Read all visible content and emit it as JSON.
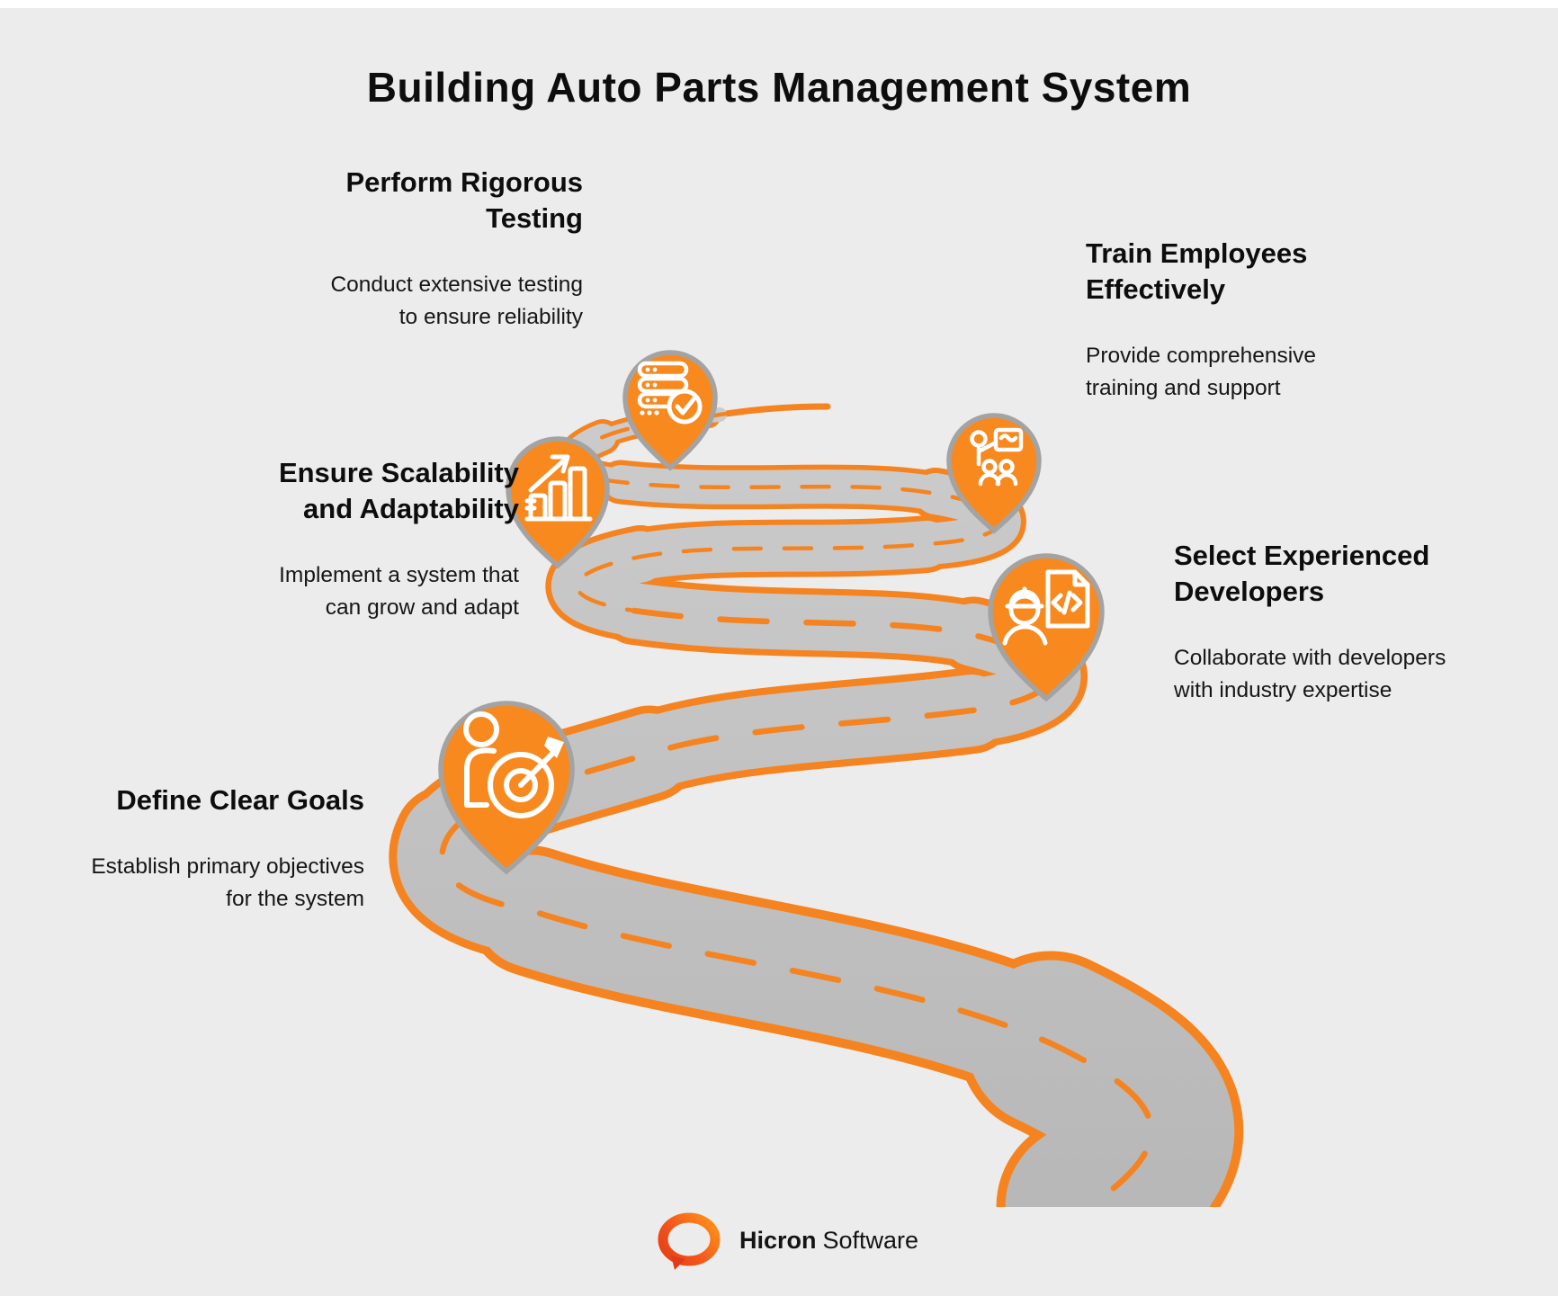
{
  "title": "Building Auto Parts Management System",
  "steps": [
    {
      "key": "define-clear-goals",
      "title": "Define Clear Goals",
      "description": "Establish primary objectives\nfor the system",
      "icon": "person-target-icon",
      "text_align": "right"
    },
    {
      "key": "select-experienced-developers",
      "title": "Select Experienced\nDevelopers",
      "description": "Collaborate with developers\nwith industry expertise",
      "icon": "developer-document-icon",
      "text_align": "left"
    },
    {
      "key": "ensure-scalability-and-adaptability",
      "title": "Ensure Scalability\nand Adaptability",
      "description": "Implement a system that\ncan grow and adapt",
      "icon": "bar-chart-growth-icon",
      "text_align": "right"
    },
    {
      "key": "train-employees-effectively",
      "title": "Train Employees\nEffectively",
      "description": "Provide comprehensive\ntraining and support",
      "icon": "training-presentation-icon",
      "text_align": "left"
    },
    {
      "key": "perform-rigorous-testing",
      "title": "Perform Rigorous\nTesting",
      "description": "Conduct extensive testing\nto ensure reliability",
      "icon": "server-check-icon",
      "text_align": "right"
    }
  ],
  "logo": {
    "brand_bold": "Hicron",
    "brand_regular": "Software"
  },
  "colors": {
    "accent_orange": "#F5831F",
    "pin_orange": "#F8891F",
    "pin_border": "#a3a3a3",
    "road_gray": "#c2c2c2",
    "background": "#ececec",
    "text": "#121212",
    "logo_gradient_start": "#ff9a1a",
    "logo_gradient_end": "#e03a16"
  }
}
